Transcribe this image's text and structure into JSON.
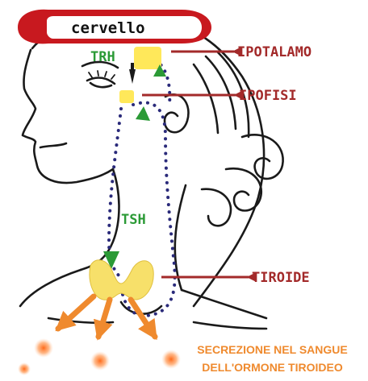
{
  "labels": {
    "brain": "cervello",
    "hypothalamus": "IPOTALAMO",
    "pituitary": "IPOFISI",
    "thyroid": "TIROIDE",
    "trh": "TRH",
    "tsh": "TSH"
  },
  "note": {
    "line1": "SECREZIONE NEL SANGUE",
    "line2": "DELL'ORMONE TIROIDEO"
  },
  "colors": {
    "brain_band": "#c8191f",
    "label_red": "#a32a2a",
    "hormone_green": "#2b9a36",
    "gland_yellow": "#ffe85a",
    "thyroid_yellow": "#f7e06a",
    "note_orange": "#ef8a2e",
    "blood_dots": "#2a2a7a",
    "outline": "#1a1a1a"
  }
}
